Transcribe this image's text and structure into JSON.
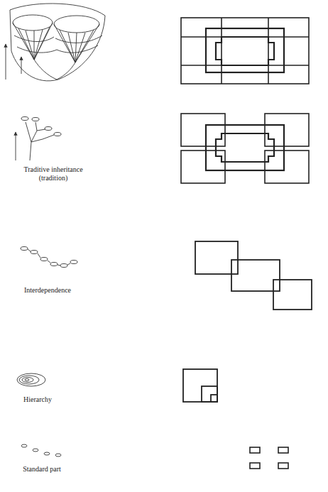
{
  "diagram": {
    "labels": [
      "Traditive inheritance (tradition)",
      "Interdependence",
      "Hierarchy",
      "Standard part"
    ]
  }
}
